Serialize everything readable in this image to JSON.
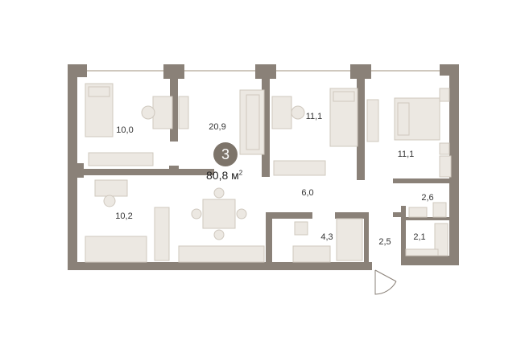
{
  "plan": {
    "rooms_count": "3",
    "total_area_value": "80,8",
    "total_area_unit": "м",
    "total_area_unit_power": "2",
    "rooms": [
      {
        "id": "bedroom-1",
        "area": "10,0"
      },
      {
        "id": "living",
        "area": "20,9"
      },
      {
        "id": "bedroom-2",
        "area": "11,1"
      },
      {
        "id": "bedroom-3",
        "area": "11,1"
      },
      {
        "id": "bedroom-4",
        "area": "10,2"
      },
      {
        "id": "hall",
        "area": "6,0"
      },
      {
        "id": "bathroom-small",
        "area": "2,6"
      },
      {
        "id": "bathroom",
        "area": "4,3"
      },
      {
        "id": "entry",
        "area": "2,5"
      },
      {
        "id": "toilet",
        "area": "2,1"
      }
    ],
    "colors": {
      "wall": "#8a8178",
      "furniture": "#ece8e2",
      "furniture_stroke": "#cfc8be",
      "badge": "#7d746a"
    }
  }
}
